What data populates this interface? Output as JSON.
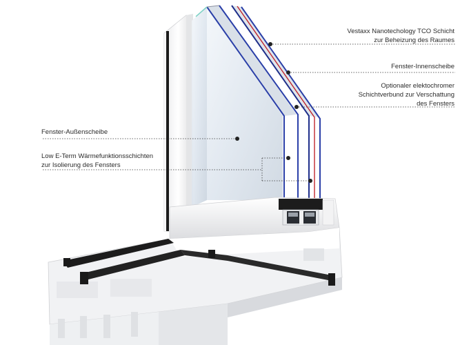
{
  "annotations": {
    "tco_layer": {
      "lines": [
        "Vestaxx Nanotechology TCO Schicht",
        "zur Beheizung des Raumes"
      ]
    },
    "inner_pane": {
      "lines": [
        "Fenster-Innenscheibe"
      ]
    },
    "electrochromic": {
      "lines": [
        "Optionaler elektochromer",
        "Schichtverbund zur Verschattung",
        "des Fensters"
      ]
    },
    "outer_pane": {
      "lines": [
        "Fenster-Außenscheibe"
      ]
    },
    "low_e": {
      "lines": [
        "Low E-Term Wärmefunktionsschichten",
        "zur Isolierung des Fensters"
      ]
    }
  },
  "colors": {
    "frame_white": "#f4f4f4",
    "frame_shade": "#d9dadc",
    "gasket_black": "#1c1c1c",
    "glass_tint": "#dfe6ee",
    "edge_blue": "#2a3fa8",
    "edge_red": "#c0262c",
    "leader_dots": "#333333"
  }
}
